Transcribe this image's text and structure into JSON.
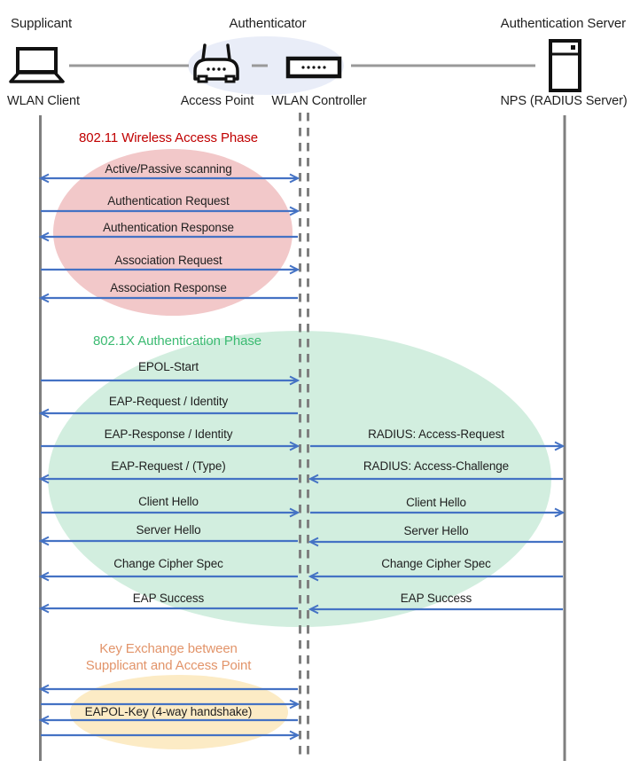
{
  "actors": {
    "supplicant": {
      "role_label": "Supplicant",
      "device_label": "WLAN Client"
    },
    "authenticator": {
      "role_label": "Authenticator",
      "ap_label": "Access Point",
      "controller_label": "WLAN Controller"
    },
    "auth_server": {
      "role_label": "Authentication Server",
      "device_label": "NPS (RADIUS Server)"
    }
  },
  "phases": {
    "wireless_access": {
      "title": "802.11 Wireless Access Phase",
      "title_color": "#C00000",
      "ellipse_color": "#F2C8C9"
    },
    "dot1x_auth": {
      "title": "802.1X Authentication Phase",
      "title_color": "#3CBB72",
      "ellipse_color": "#D2EEDF"
    },
    "key_exchange": {
      "title_line1": "Key Exchange between",
      "title_line2": "Supplicant and Access Point",
      "title_color": "#E2946A",
      "ellipse_color": "#FCEBC5"
    }
  },
  "messages": {
    "client_to_ap": [
      {
        "label": "Active/Passive scanning",
        "direction": "both"
      },
      {
        "label": "Authentication Request",
        "direction": "right"
      },
      {
        "label": "Authentication Response",
        "direction": "left"
      },
      {
        "label": "Association Request",
        "direction": "right"
      },
      {
        "label": "Association Response",
        "direction": "left"
      },
      {
        "label": "EPOL-Start",
        "direction": "right"
      },
      {
        "label": "EAP-Request / Identity",
        "direction": "left"
      },
      {
        "label": "EAP-Response / Identity",
        "direction": "right"
      },
      {
        "label": "EAP-Request / (Type)",
        "direction": "left"
      },
      {
        "label": "Client Hello",
        "direction": "right"
      },
      {
        "label": "Server Hello",
        "direction": "left"
      },
      {
        "label": "Change Cipher Spec",
        "direction": "left"
      },
      {
        "label": "EAP Success",
        "direction": "left"
      },
      {
        "label": "EAPOL-Key (4-way handshake)",
        "direction": "4-way"
      }
    ],
    "controller_to_server": [
      {
        "label": "RADIUS: Access-Request",
        "direction": "right"
      },
      {
        "label": "RADIUS: Access-Challenge",
        "direction": "left"
      },
      {
        "label": "Client Hello",
        "direction": "right"
      },
      {
        "label": "Server Hello",
        "direction": "left"
      },
      {
        "label": "Change Cipher Spec",
        "direction": "left"
      },
      {
        "label": "EAP Success",
        "direction": "left"
      }
    ]
  },
  "colors": {
    "arrow": "#4472C4",
    "lifeline_gray": "#7F7F7F",
    "connector_gray": "#999999",
    "authenticator_ellipse": "#E9EDF8",
    "icon_black": "#111111"
  }
}
